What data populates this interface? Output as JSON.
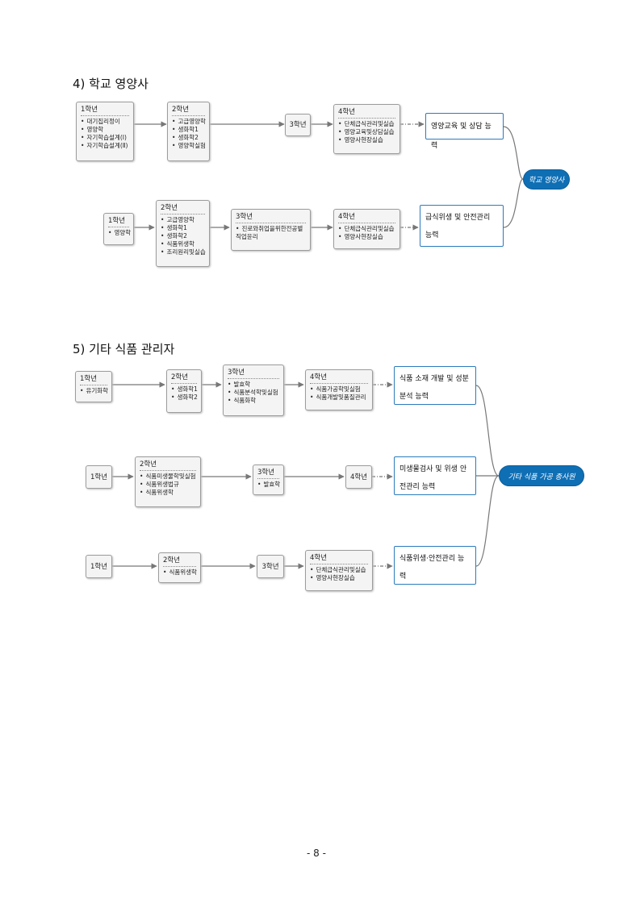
{
  "section4": {
    "title": "4) 학교 영양사",
    "row1": {
      "y1": {
        "heading": "1학년",
        "items": [
          "대기집리정이",
          "영양학",
          "자기학습설계(Ⅰ)",
          "자기학습설계(Ⅱ)"
        ]
      },
      "y2": {
        "heading": "2학년",
        "items": [
          "고급영양학",
          "생화학1",
          "생화학2",
          "영양학실험"
        ]
      },
      "y3": {
        "heading": "3학년"
      },
      "y4": {
        "heading": "4학년",
        "items": [
          "단체급식관리및실습",
          "영양교육및상담실습",
          "영양사현장실습"
        ]
      },
      "goal": "영양교육 및 상담 능력"
    },
    "row2": {
      "y1": {
        "heading": "1학년",
        "items": [
          "영양학"
        ]
      },
      "y2": {
        "heading": "2학년",
        "items": [
          "고급영양학",
          "생화학1",
          "생화학2",
          "식품위생학",
          "조리원리및실습"
        ]
      },
      "y3": {
        "heading": "3학년",
        "items": [
          "진로와취업을위한전공별",
          "직업윤리"
        ]
      },
      "y4": {
        "heading": "4학년",
        "items": [
          "단체급식관리및실습",
          "영양사현장실습"
        ]
      },
      "goal_line1": "급식위생 및 안전관리",
      "goal_line2": "능력"
    },
    "target": "학교 영양사"
  },
  "section5": {
    "title": "5) 기타 식품 관리자",
    "row1": {
      "y1": {
        "heading": "1학년",
        "items": [
          "유기화학"
        ]
      },
      "y2": {
        "heading": "2학년",
        "items": [
          "생화학1",
          "생화학2"
        ]
      },
      "y3": {
        "heading": "3학년",
        "items": [
          "발효학",
          "식품분석학및실험",
          "식품화학"
        ]
      },
      "y4": {
        "heading": "4학년",
        "items": [
          "식품가공학및실험",
          "식품개발및품질관리"
        ]
      },
      "goal_line1": "식품 소재 개발 및 성분",
      "goal_line2": "분석 능력"
    },
    "row2": {
      "y1": {
        "heading": "1학년"
      },
      "y2": {
        "heading": "2학년",
        "items": [
          "식품미생물학및실험",
          "식품위생법규",
          "식품위생학"
        ]
      },
      "y3": {
        "heading": "3학년",
        "items": [
          "발효학"
        ]
      },
      "y4": {
        "heading": "4학년"
      },
      "goal_line1": "미생물검사 및 위생 안",
      "goal_line2": "전관리 능력"
    },
    "row3": {
      "y1": {
        "heading": "1학년"
      },
      "y2": {
        "heading": "2학년",
        "items": [
          "식품위생학"
        ]
      },
      "y3": {
        "heading": "3학년"
      },
      "y4": {
        "heading": "4학년",
        "items": [
          "단체급식관리및실습",
          "영양사현장실습"
        ]
      },
      "goal_line1": "식품위생·안전관리 능",
      "goal_line2": "력"
    },
    "target": "기타 식품 가공 종사원"
  },
  "page_number": "- 8 -",
  "colors": {
    "target_fill": "#0f6fb5",
    "goal_border": "#2b7bbd",
    "arrow": "#777777"
  }
}
